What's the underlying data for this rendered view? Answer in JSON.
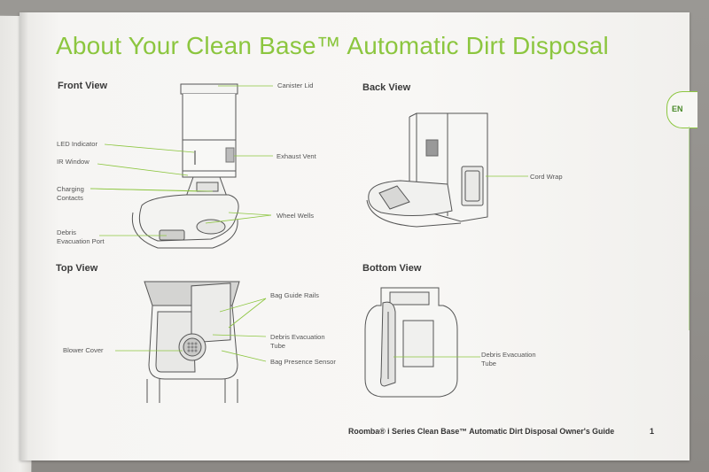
{
  "title": "About Your Clean Base™ Automatic Dirt Disposal",
  "language_tab": "EN",
  "sections": {
    "front": "Front View",
    "back": "Back View",
    "top": "Top View",
    "bottom": "Bottom View"
  },
  "labels": {
    "canister_lid": "Canister Lid",
    "led_indicator": "LED Indicator",
    "exhaust_vent": "Exhaust Vent",
    "ir_window": "IR Window",
    "charging_contacts_1": "Charging",
    "charging_contacts_2": "Contacts",
    "wheel_wells": "Wheel Wells",
    "debris_port_1": "Debris",
    "debris_port_2": "Evacuation Port",
    "cord_wrap": "Cord Wrap",
    "bag_guide_rails": "Bag Guide Rails",
    "debris_tube_top_1": "Debris Evacuation",
    "debris_tube_top_2": "Tube",
    "blower_cover": "Blower Cover",
    "bag_presence_sensor": "Bag Presence Sensor",
    "debris_tube_bottom_1": "Debris Evacuation",
    "debris_tube_bottom_2": "Tube"
  },
  "footer": {
    "guide_title": "Roomba® i Series Clean Base™ Automatic Dirt Disposal Owner's Guide",
    "page_number": "1"
  },
  "colors": {
    "accent_green": "#8cc63f",
    "line_art": "#555555"
  }
}
